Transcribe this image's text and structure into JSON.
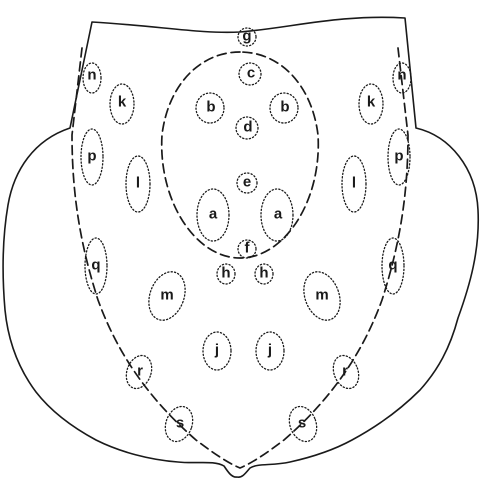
{
  "labels": {
    "a_left": "a",
    "a_right": "a",
    "b_left": "b",
    "b_right": "b",
    "c": "c",
    "d": "d",
    "e": "e",
    "f": "f",
    "g": "g",
    "h_left": "h",
    "h_right": "h",
    "j_left": "j",
    "j_right": "j",
    "k_left": "k",
    "k_right": "k",
    "l_left": "l",
    "l_right": "l",
    "m_left": "m",
    "m_right": "m",
    "n_left": "n",
    "n_right": "n",
    "p_left": "p",
    "p_right": "p",
    "q_left": "q",
    "q_right": "q",
    "r_left": "r",
    "r_right": "r",
    "s_left": "s",
    "s_right": "s"
  }
}
